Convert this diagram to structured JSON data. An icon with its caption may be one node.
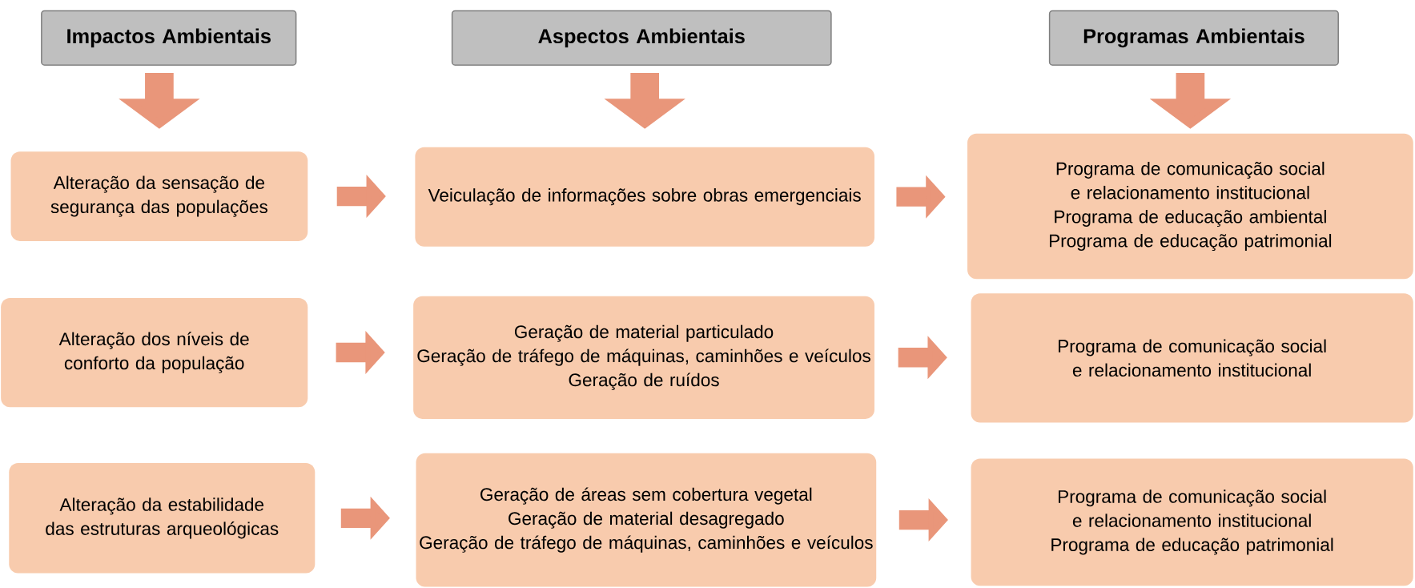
{
  "diagram": {
    "nodes": [
      {
        "text": [
          "Impactos Ambientais"
        ]
      },
      {
        "text": [
          "Aspectos Ambientais"
        ]
      },
      {
        "text": [
          "Programas Ambientais"
        ]
      },
      {
        "text": [
          "Alteração da sensação de segurança das populações"
        ]
      },
      {
        "text": [
          "Veiculação de informações sobre obras emergenciais"
        ]
      },
      {
        "text": [
          "Programa de comunicação social e relacionamento institucional",
          "Programa de educação ambiental",
          "Programa de educação patrimonial"
        ]
      },
      {
        "text": [
          "Alteração dos níveis de conforto da população"
        ]
      },
      {
        "text": [
          "Geração de material particulado",
          "Geração de tráfego de máquinas, caminhões e veículos",
          "Geração de ruídos"
        ]
      },
      {
        "text": [
          "Programa de comunicação social e relacionamento institucional"
        ]
      },
      {
        "text": [
          "Alteração da estabilidade das estruturas arqueológicas"
        ]
      },
      {
        "text": [
          "Geração de áreas sem cobertura vegetal",
          "Geração de material desagregado",
          "Geração de tráfego de máquinas, caminhões e veículos"
        ]
      },
      {
        "text": [
          "Programa de comunicação social e relacionamento institucional",
          "Programa de educação patrimonial"
        ]
      }
    ],
    "edges": [
      {
        "from": 0,
        "to": 3,
        "arrow": "to"
      },
      {
        "from": 1,
        "to": 4,
        "arrow": "to"
      },
      {
        "from": 2,
        "to": 5,
        "arrow": "to"
      },
      {
        "from": 3,
        "to": 4,
        "arrow": "to"
      },
      {
        "from": 4,
        "to": 5,
        "arrow": "to"
      },
      {
        "from": 6,
        "to": 7,
        "arrow": "to"
      },
      {
        "from": 7,
        "to": 8,
        "arrow": "to"
      },
      {
        "from": 9,
        "to": 10,
        "arrow": "to"
      },
      {
        "from": 10,
        "to": 11,
        "arrow": "to"
      }
    ]
  }
}
